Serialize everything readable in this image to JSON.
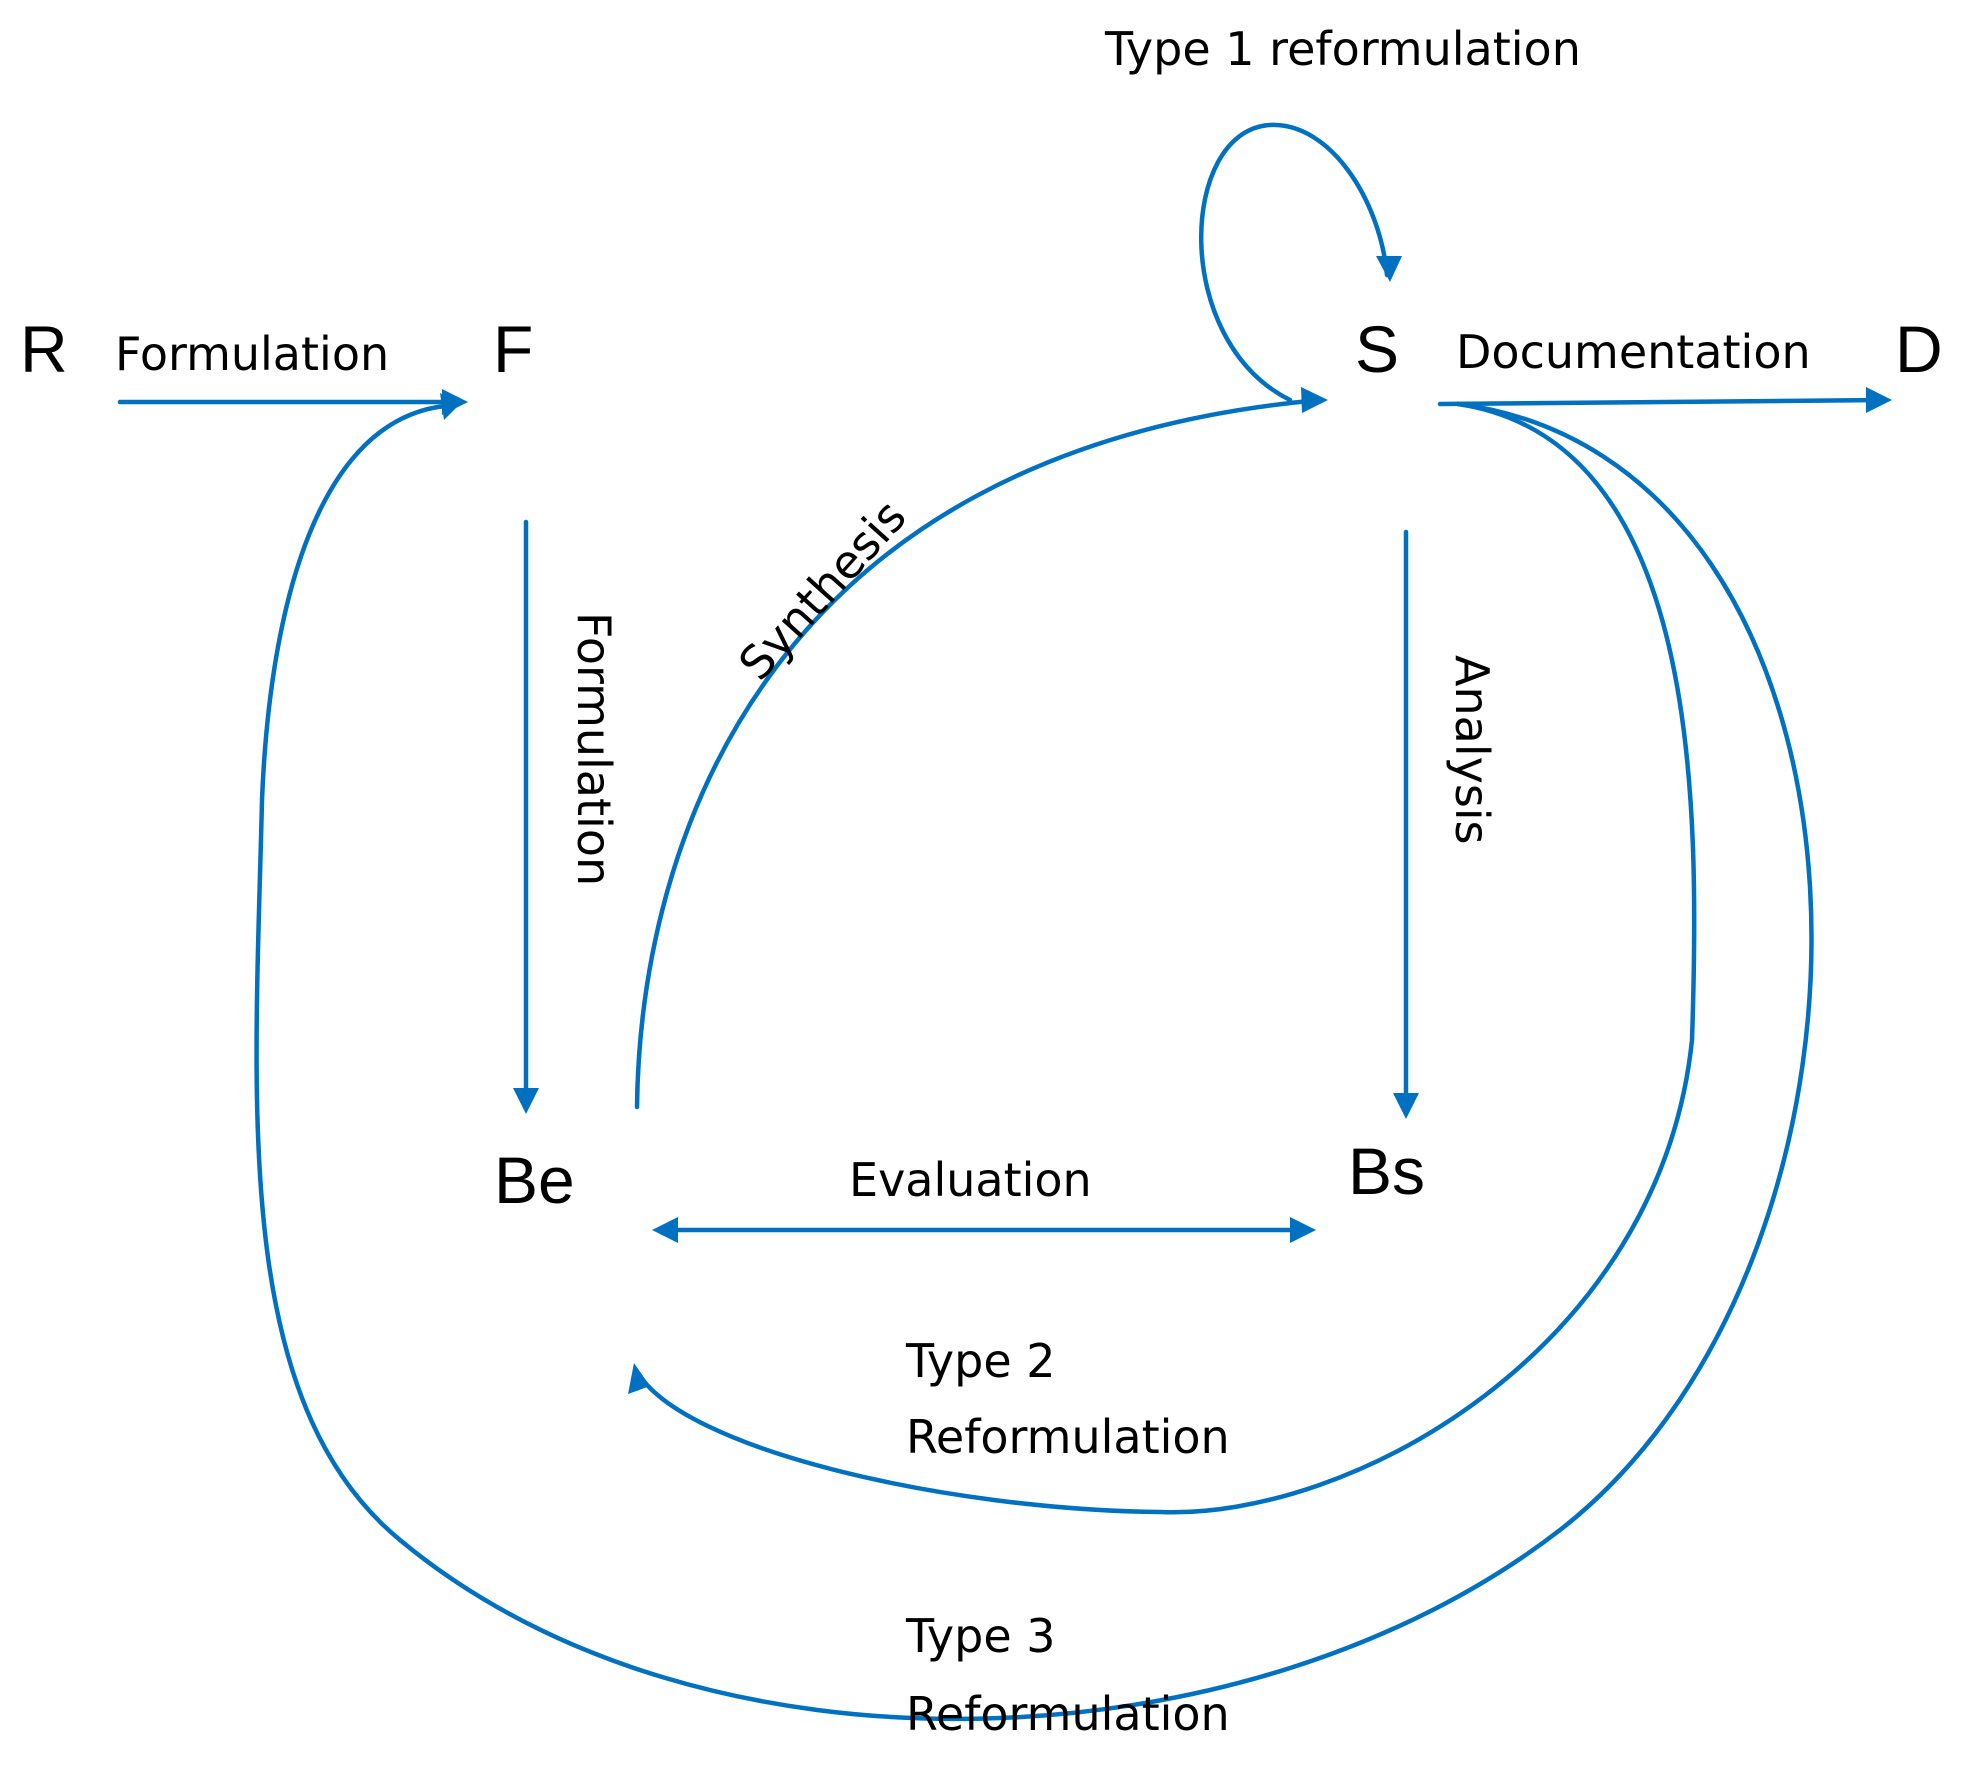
{
  "colors": {
    "arrow": "#0070C0",
    "text": "#000000",
    "background": "#FFFFFF"
  },
  "nodes": {
    "R": "R",
    "F": "F",
    "S": "S",
    "D": "D",
    "Be": "Be",
    "Bs": "Bs"
  },
  "edges": {
    "formulation_r_f": "Formulation",
    "documentation": "Documentation",
    "type1": "Type 1 reformulation",
    "formulation_f_be": "Formulation",
    "synthesis": "Synthesis",
    "analysis": "Analysis",
    "evaluation": "Evaluation",
    "type2": [
      "Type 2",
      "Reformulation"
    ],
    "type3": [
      "Type 3",
      "Reformulation"
    ]
  }
}
